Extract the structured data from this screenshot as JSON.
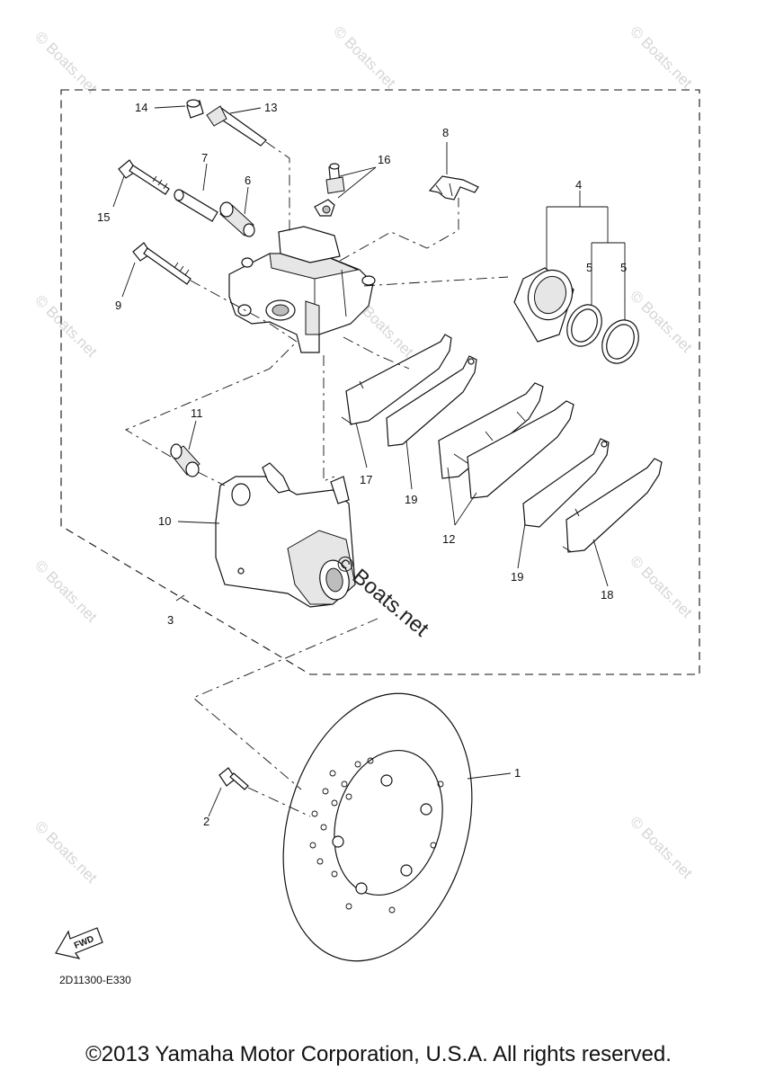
{
  "diagram": {
    "callouts": [
      {
        "id": "1",
        "label": "1"
      },
      {
        "id": "2",
        "label": "2"
      },
      {
        "id": "3",
        "label": "3"
      },
      {
        "id": "4",
        "label": "4"
      },
      {
        "id": "5a",
        "label": "5"
      },
      {
        "id": "5b",
        "label": "5"
      },
      {
        "id": "6",
        "label": "6"
      },
      {
        "id": "7",
        "label": "7"
      },
      {
        "id": "8",
        "label": "8"
      },
      {
        "id": "9",
        "label": "9"
      },
      {
        "id": "10",
        "label": "10"
      },
      {
        "id": "11",
        "label": "11"
      },
      {
        "id": "12",
        "label": "12"
      },
      {
        "id": "13",
        "label": "13"
      },
      {
        "id": "14",
        "label": "14"
      },
      {
        "id": "15",
        "label": "15"
      },
      {
        "id": "16",
        "label": "16"
      },
      {
        "id": "17",
        "label": "17"
      },
      {
        "id": "18",
        "label": "18"
      },
      {
        "id": "19a",
        "label": "19"
      },
      {
        "id": "19b",
        "label": "19"
      }
    ],
    "fwd_label": "FWD",
    "diagram_code": "2D11300-E330",
    "watermark": "© Boats.net",
    "center_watermark": "© Boats.net"
  },
  "footer": {
    "copyright": "©2013 Yamaha Motor Corporation, U.S.A. All rights reserved."
  }
}
